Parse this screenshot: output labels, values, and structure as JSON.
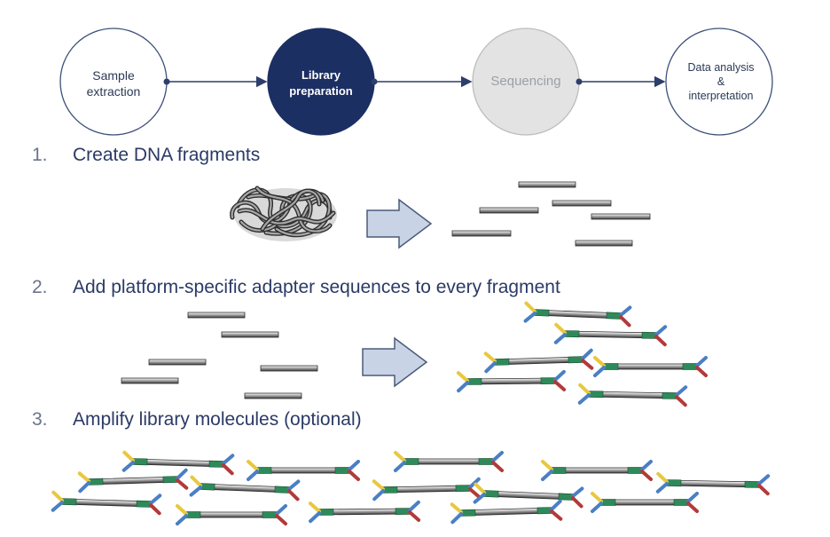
{
  "pipeline": {
    "steps": [
      {
        "label": "Sample\nextraction",
        "state": "default"
      },
      {
        "label": "Library\npreparation",
        "state": "active"
      },
      {
        "label": "Sequencing",
        "state": "muted"
      },
      {
        "label": "Data analysis\n&\ninterpretation",
        "state": "default"
      }
    ],
    "colors": {
      "active_fill": "#1c2f63",
      "muted_fill": "#e3e3e3",
      "ring": "#3d4f7a",
      "arrow": "#2c3e6b"
    }
  },
  "sections": [
    {
      "number": "1.",
      "title": "Create DNA fragments"
    },
    {
      "number": "2.",
      "title": "Add platform-specific adapter sequences to every fragment"
    },
    {
      "number": "3.",
      "title": "Amplify library molecules (optional)"
    }
  ],
  "icons": {
    "tangle": "tangled-dna-icon",
    "arrow": "block-arrow-icon",
    "fragment": "dna-fragment-icon",
    "adapter": "adapter-molecule-icon"
  },
  "colors": {
    "fragment_fill": "#9e9e9e",
    "block_arrow_fill": "#c8d3e6",
    "block_arrow_stroke": "#4a5a78",
    "adapter_yellow": "#e8c840",
    "adapter_green": "#2e8a5a",
    "adapter_blue": "#4a7fc4",
    "adapter_red": "#b23a3a"
  }
}
